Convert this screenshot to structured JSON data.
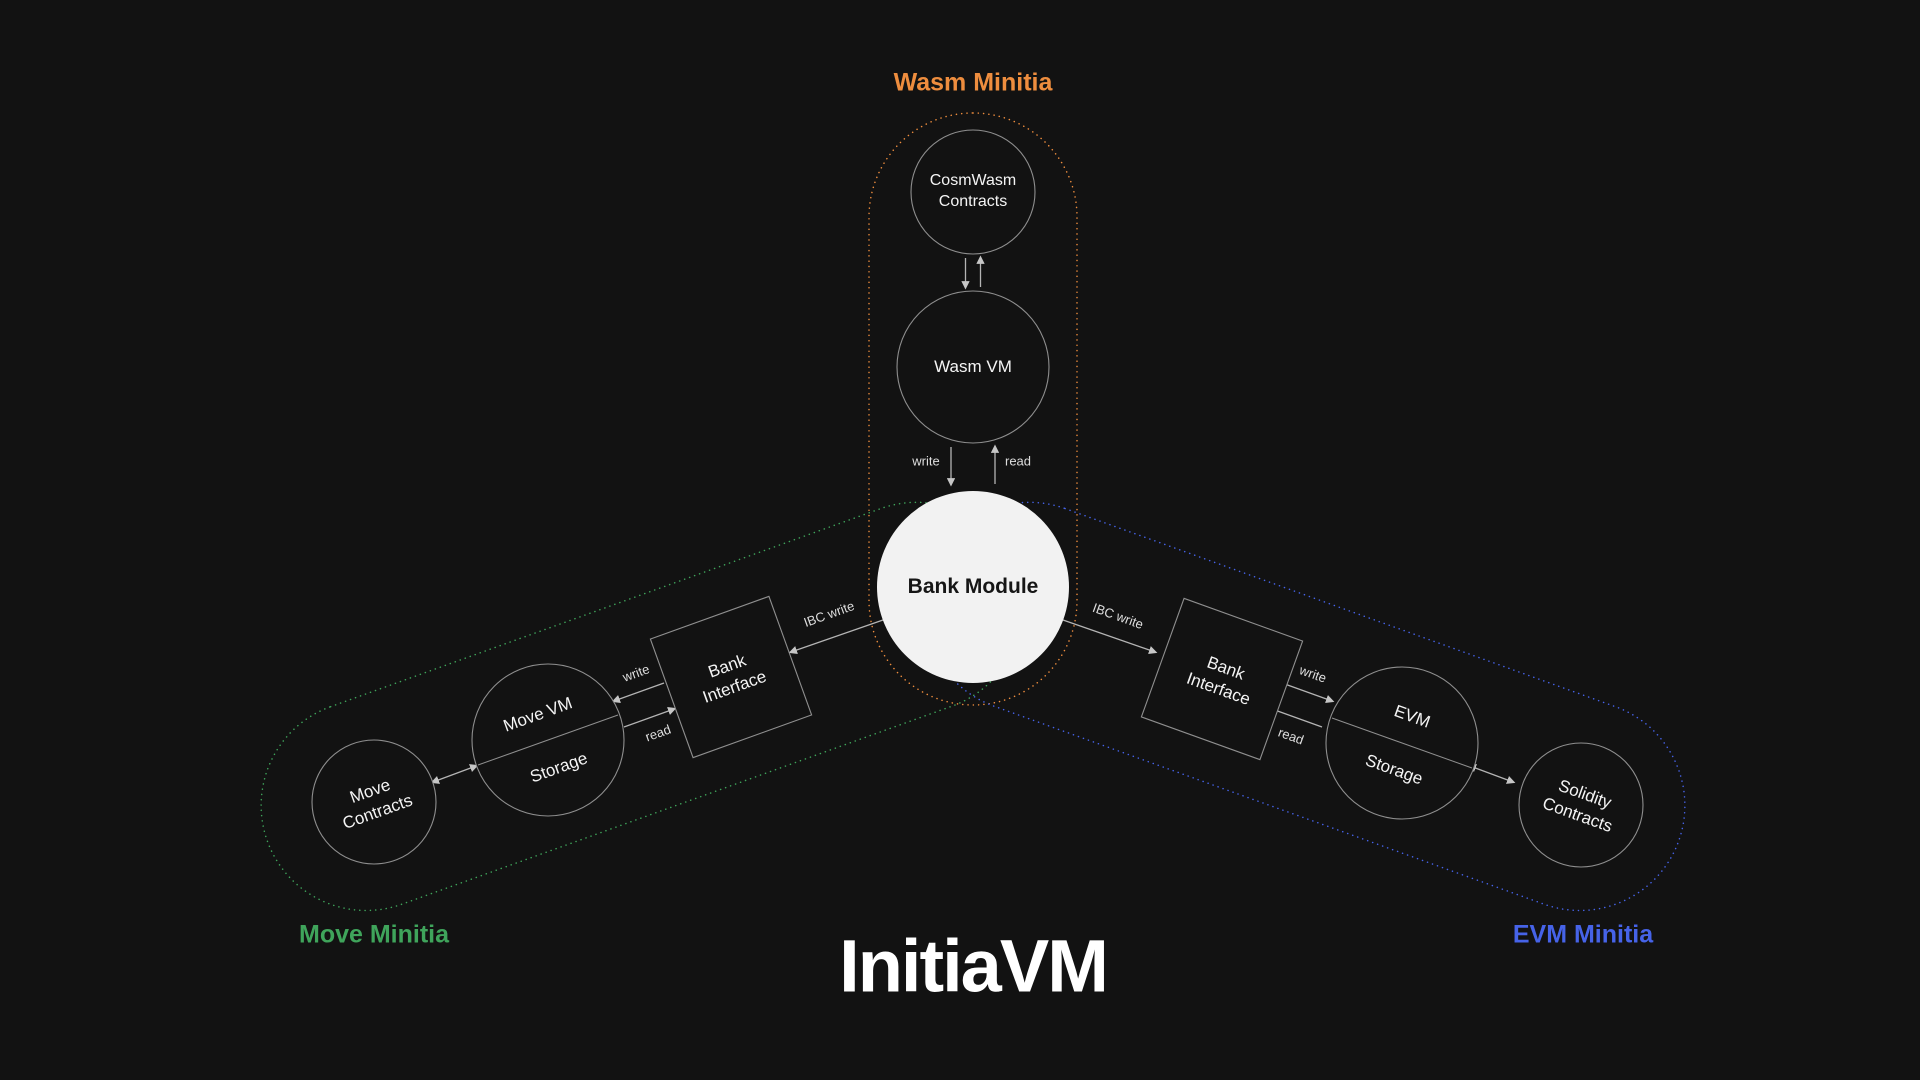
{
  "title": "InitiaVM",
  "colors": {
    "bg": "#121212",
    "orange": "#EE8D3E",
    "green": "#3FA45B",
    "blue": "#4663E8",
    "bank_fill": "#F2F2F2"
  },
  "center": {
    "bank_module_label": "Bank Module"
  },
  "wasm_branch": {
    "region_label": "Wasm Minitia",
    "cosmwasm_contracts": "CosmWasm Contracts",
    "wasm_vm": "Wasm VM",
    "write_label": "write",
    "read_label": "read"
  },
  "move_branch": {
    "region_label": "Move Minitia",
    "ibc_write_label": "IBC write",
    "bank_interface": "Bank Interface",
    "write_label": "write",
    "read_label": "read",
    "move_vm": "Move VM",
    "storage": "Storage",
    "move_contracts": "Move Contracts"
  },
  "evm_branch": {
    "region_label": "EVM Minitia",
    "ibc_write_label": "IBC write",
    "bank_interface": "Bank Interface",
    "write_label": "write",
    "read_label": "read",
    "evm": "EVM",
    "storage": "Storage",
    "solidity_contracts": "Solidity Contracts"
  }
}
